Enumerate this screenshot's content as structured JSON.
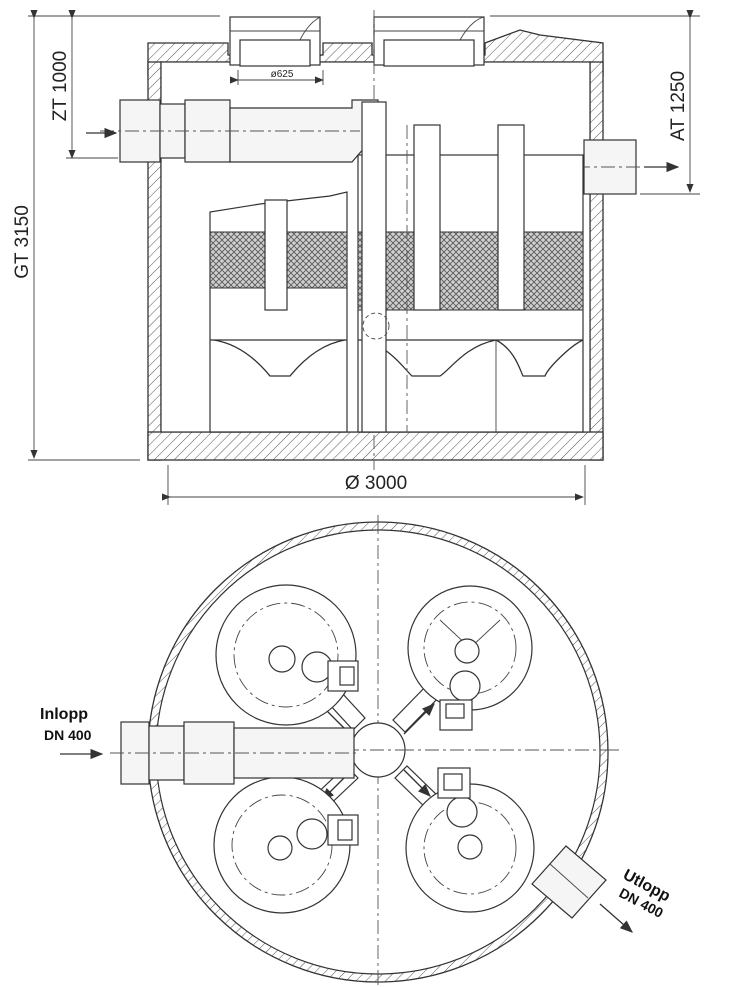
{
  "side_view": {
    "dim_zt": "ZT 1000",
    "dim_gt": "GT 3150",
    "dim_at": "AT 1250",
    "dim_diameter": "Ø 3000",
    "dim_opening": "ø625"
  },
  "plan_view": {
    "inlet_label": "Inlopp",
    "inlet_size": "DN 400",
    "outlet_label": "Utlopp",
    "outlet_size": "DN 400"
  }
}
